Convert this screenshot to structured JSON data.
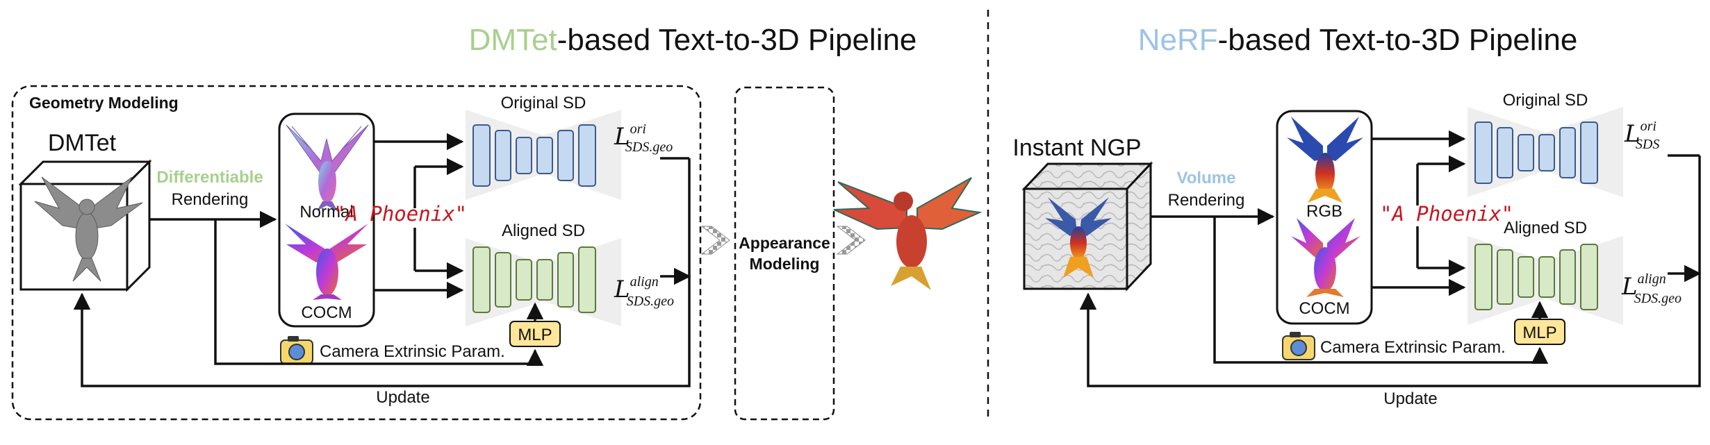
{
  "colors": {
    "dmtet_accent": "#a8d08d",
    "nerf_accent": "#9dc3e6",
    "orig_sd_fill": "#c5d9f1",
    "aligned_sd_fill": "#d8e9c7",
    "mlp_fill": "#ffe699",
    "prompt_red": "#c8141e"
  },
  "left": {
    "title_accent": "DMTet",
    "title_rest": "-based Text-to-3D Pipeline",
    "geometry_label": "Geometry Modeling",
    "rep_label": "DMTet",
    "render_top": "Differentiable",
    "render_bottom": "Rendering",
    "map_top": "Normal",
    "map_bottom": "COCM",
    "prompt": "\"A Phoenix\"",
    "orig_sd": "Original SD",
    "aligned_sd": "Aligned SD",
    "loss_ori_main": "L",
    "loss_ori_sup": "ori",
    "loss_ori_sub": "SDS.geo",
    "loss_align_main": "L",
    "loss_align_sup": "align",
    "loss_align_sub": "SDS.geo",
    "mlp": "MLP",
    "camera": "Camera Extrinsic Param.",
    "update": "Update",
    "appearance_top": "Appearance",
    "appearance_bottom": "Modeling"
  },
  "right": {
    "title_accent": "NeRF",
    "title_rest": "-based Text-to-3D Pipeline",
    "rep_label": "Instant NGP",
    "render_top": "Volume",
    "render_bottom": "Rendering",
    "map_top": "RGB",
    "map_bottom": "COCM",
    "prompt": "\"A Phoenix\"",
    "orig_sd": "Original SD",
    "aligned_sd": "Aligned SD",
    "loss_ori_main": "L",
    "loss_ori_sup": "ori",
    "loss_ori_sub": "SDS",
    "loss_align_main": "L",
    "loss_align_sup": "align",
    "loss_align_sub": "SDS.geo",
    "mlp": "MLP",
    "camera": "Camera Extrinsic Param.",
    "update": "Update"
  }
}
